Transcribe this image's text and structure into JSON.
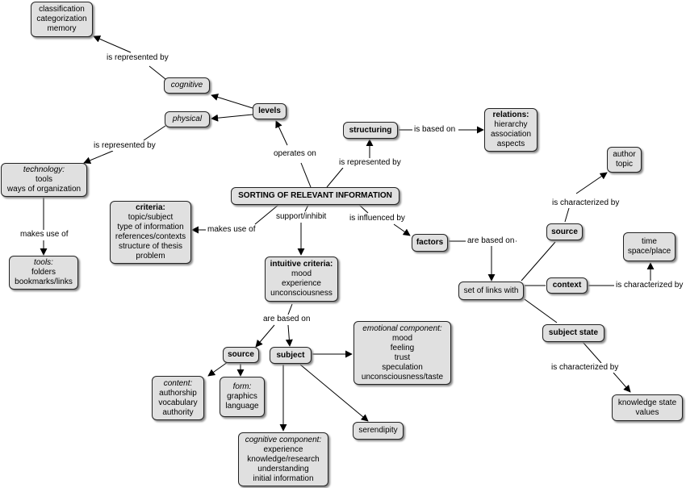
{
  "nodes": {
    "sorting": "SORTING OF RELEVANT INFORMATION",
    "levels": "levels",
    "cognitive": "cognitive",
    "physical": "physical",
    "classification": [
      "classification",
      "categorization",
      "memory"
    ],
    "technology": {
      "head": "technology:",
      "lines": [
        "tools",
        "ways of organization"
      ]
    },
    "tools": {
      "head": "tools:",
      "lines": [
        "folders",
        "bookmarks/links"
      ]
    },
    "structuring": "structuring",
    "relations": {
      "head": "relations:",
      "lines": [
        "hierarchy",
        "association",
        "aspects"
      ]
    },
    "criteria": {
      "head": "criteria:",
      "lines": [
        "topic/subject",
        "type of information",
        "references/contexts",
        "structure of thesis",
        "problem"
      ]
    },
    "intuitive": {
      "head": "intuitive criteria:",
      "lines": [
        "mood",
        "experience",
        "unconsciousness"
      ]
    },
    "source_left": "source",
    "subject": "subject",
    "content": {
      "head": "content:",
      "lines": [
        "authorship",
        "vocabulary",
        "authority"
      ]
    },
    "form": {
      "head": "form:",
      "lines": [
        "graphics",
        "language"
      ]
    },
    "emotional": {
      "head": "emotional component:",
      "lines": [
        "mood",
        "feeling",
        "trust",
        "speculation",
        "unconsciousness/taste"
      ]
    },
    "cognitive_comp": {
      "head": "cognitive  component:",
      "lines": [
        "experience",
        "knowledge/research",
        "understanding",
        "initial information"
      ]
    },
    "serendipity": "serendipity",
    "factors": "factors",
    "set_of_links": "set of links with",
    "source_right": "source",
    "context": "context",
    "subject_state": "subject state",
    "author_topic": [
      "author",
      "topic"
    ],
    "time_space": [
      "time",
      "space/place"
    ],
    "knowledge_state": [
      "knowledge state",
      "values"
    ]
  },
  "labels": {
    "rep_by_1": "is represented by",
    "rep_by_2": "is represented by",
    "makes_use_left": "makes use of",
    "operates_on": "operates on",
    "rep_by_3": "is represented by",
    "based_on_1": "is based on",
    "makes_use_center": "makes use of",
    "support_inhibit": "support/inhibit",
    "influenced_by": "is influenced by",
    "are_based_on_1": "are based on",
    "are_based_on_2": "are based on",
    "char_by_1": "is characterized by",
    "char_by_2": "is characterized by",
    "char_by_3": "is characterized by"
  }
}
